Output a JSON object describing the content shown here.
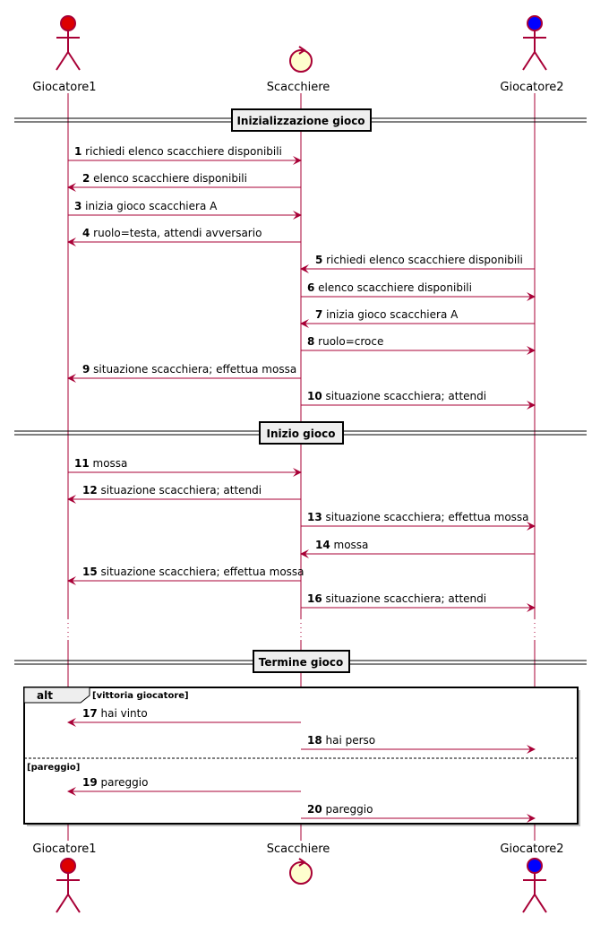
{
  "participants": [
    {
      "name": "Giocatore1",
      "kind": "actor",
      "color": "#DD0000"
    },
    {
      "name": "Scacchiere",
      "kind": "control",
      "color": "#FEFECE"
    },
    {
      "name": "Giocatore2",
      "kind": "actor",
      "color": "#0000FF"
    }
  ],
  "dividers": [
    {
      "label": "Inizializzazione gioco"
    },
    {
      "label": "Inizio gioco"
    },
    {
      "label": "Termine gioco"
    }
  ],
  "messages": [
    {
      "num": "1",
      "text": "richiedi elenco scacchiere disponibili",
      "from": 0,
      "to": 1
    },
    {
      "num": "2",
      "text": "elenco scacchiere disponibili",
      "from": 1,
      "to": 0
    },
    {
      "num": "3",
      "text": "inizia gioco scacchiera A",
      "from": 0,
      "to": 1
    },
    {
      "num": "4",
      "text": "ruolo=testa, attendi avversario",
      "from": 1,
      "to": 0
    },
    {
      "num": "5",
      "text": "richiedi elenco scacchiere disponibili",
      "from": 2,
      "to": 1
    },
    {
      "num": "6",
      "text": "elenco scacchiere disponibili",
      "from": 1,
      "to": 2
    },
    {
      "num": "7",
      "text": "inizia gioco scacchiera A",
      "from": 2,
      "to": 1
    },
    {
      "num": "8",
      "text": "ruolo=croce",
      "from": 1,
      "to": 2
    },
    {
      "num": "9",
      "text": "situazione scacchiera; effettua mossa",
      "from": 1,
      "to": 0
    },
    {
      "num": "10",
      "text": "situazione scacchiera; attendi",
      "from": 1,
      "to": 2
    },
    {
      "num": "11",
      "text": "mossa",
      "from": 0,
      "to": 1
    },
    {
      "num": "12",
      "text": "situazione scacchiera; attendi",
      "from": 1,
      "to": 0
    },
    {
      "num": "13",
      "text": "situazione scacchiera; effettua mossa",
      "from": 1,
      "to": 2
    },
    {
      "num": "14",
      "text": "mossa",
      "from": 2,
      "to": 1
    },
    {
      "num": "15",
      "text": "situazione scacchiera; effettua mossa",
      "from": 1,
      "to": 0
    },
    {
      "num": "16",
      "text": "situazione scacchiera; attendi",
      "from": 1,
      "to": 2
    },
    {
      "num": "17",
      "text": "hai vinto",
      "from": 1,
      "to": 0
    },
    {
      "num": "18",
      "text": "hai perso",
      "from": 1,
      "to": 2
    },
    {
      "num": "19",
      "text": "pareggio",
      "from": 1,
      "to": 0
    },
    {
      "num": "20",
      "text": "pareggio",
      "from": 1,
      "to": 2
    }
  ],
  "alt_fragment": {
    "keyword": "alt",
    "guard1": "[vittoria giocatore]",
    "guard2": "[pareggio]"
  },
  "colors": {
    "arrow": "#A80036",
    "divider_fill": "#EEEEEE",
    "frame": "#000000"
  }
}
